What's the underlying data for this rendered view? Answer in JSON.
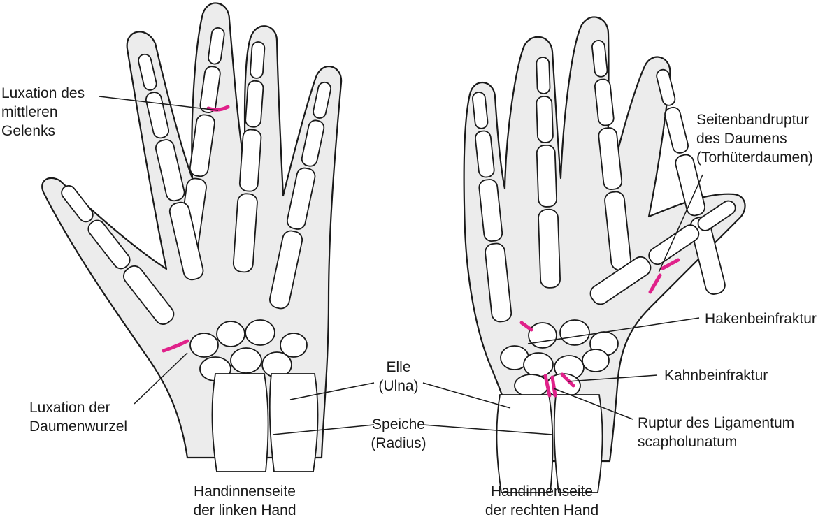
{
  "colors": {
    "skin": "#ececec",
    "outline": "#1a1a1a",
    "bone": "#ffffff",
    "injury": "#e0218a"
  },
  "left_hand": {
    "caption": [
      "Handinnenseite",
      "der linken Hand"
    ],
    "labels": {
      "middle_joint": [
        "Luxation des",
        "mittleren",
        "Gelenks"
      ],
      "thumb_base": [
        "Luxation der",
        "Daumenwurzel"
      ]
    }
  },
  "center_labels": {
    "ulna": [
      "Elle",
      "(Ulna)"
    ],
    "radius": [
      "Speiche",
      "(Radius)"
    ]
  },
  "right_hand": {
    "caption": [
      "Handinnenseite",
      "der rechten Hand"
    ],
    "labels": {
      "thumb_ligament": [
        "Seitenbandruptur",
        "des Daumens",
        "(Torhüterdaumen)"
      ],
      "hamate": [
        "Hakenbeinfraktur"
      ],
      "scaphoid": [
        "Kahnbeinfraktur"
      ],
      "scapholunate": [
        "Ruptur des Ligamentum",
        "scapholunatum"
      ]
    }
  }
}
